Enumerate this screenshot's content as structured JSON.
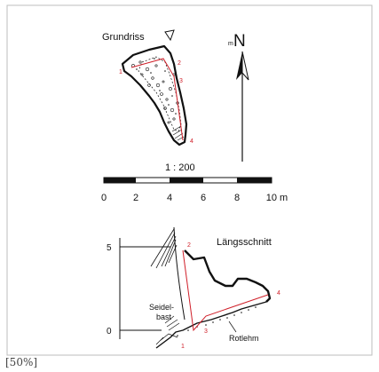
{
  "plan": {
    "title": "Grundriss",
    "north_prefix": "m",
    "north_letter": "N",
    "stations": [
      "1",
      "2",
      "3",
      "4"
    ]
  },
  "scale": {
    "ratio": "1 : 200",
    "ticks": [
      "0",
      "2",
      "4",
      "6",
      "8",
      "10 m"
    ]
  },
  "section": {
    "title": "Längsschnitt",
    "height_ticks": [
      "5",
      "0"
    ],
    "label_seidelbast_line1": "Seidel-",
    "label_seidelbast_line2": "bast",
    "label_rotlehm": "Rotlehm",
    "stations": [
      "1",
      "2",
      "3",
      "4"
    ]
  },
  "zoom_label": "[50%]",
  "colors": {
    "survey_line": "#d0202a",
    "outline": "#111111",
    "frame": "#bdbdbd"
  }
}
